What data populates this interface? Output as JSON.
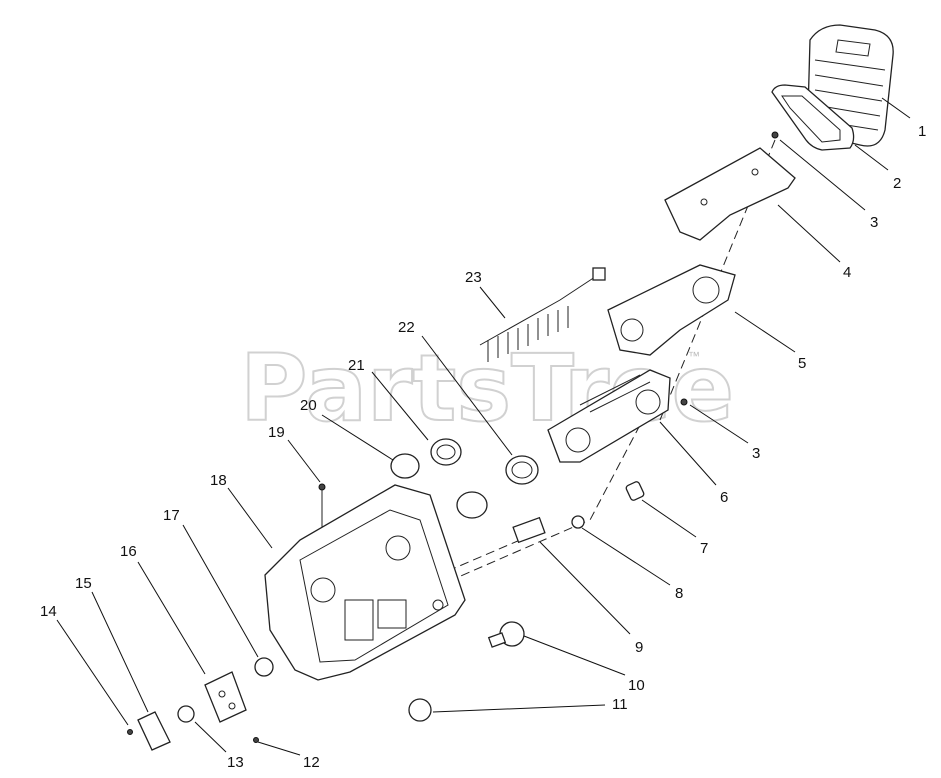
{
  "watermark": {
    "text": "PartsTree",
    "mark": "™"
  },
  "callouts": [
    "1",
    "2",
    "3",
    "4",
    "5",
    "3",
    "6",
    "7",
    "8",
    "9",
    "10",
    "11",
    "12",
    "13",
    "14",
    "15",
    "16",
    "17",
    "18",
    "19",
    "20",
    "21",
    "22",
    "23"
  ],
  "colors": {
    "line": "#222222",
    "watermark": "#c9c9c9",
    "background": "#ffffff"
  }
}
